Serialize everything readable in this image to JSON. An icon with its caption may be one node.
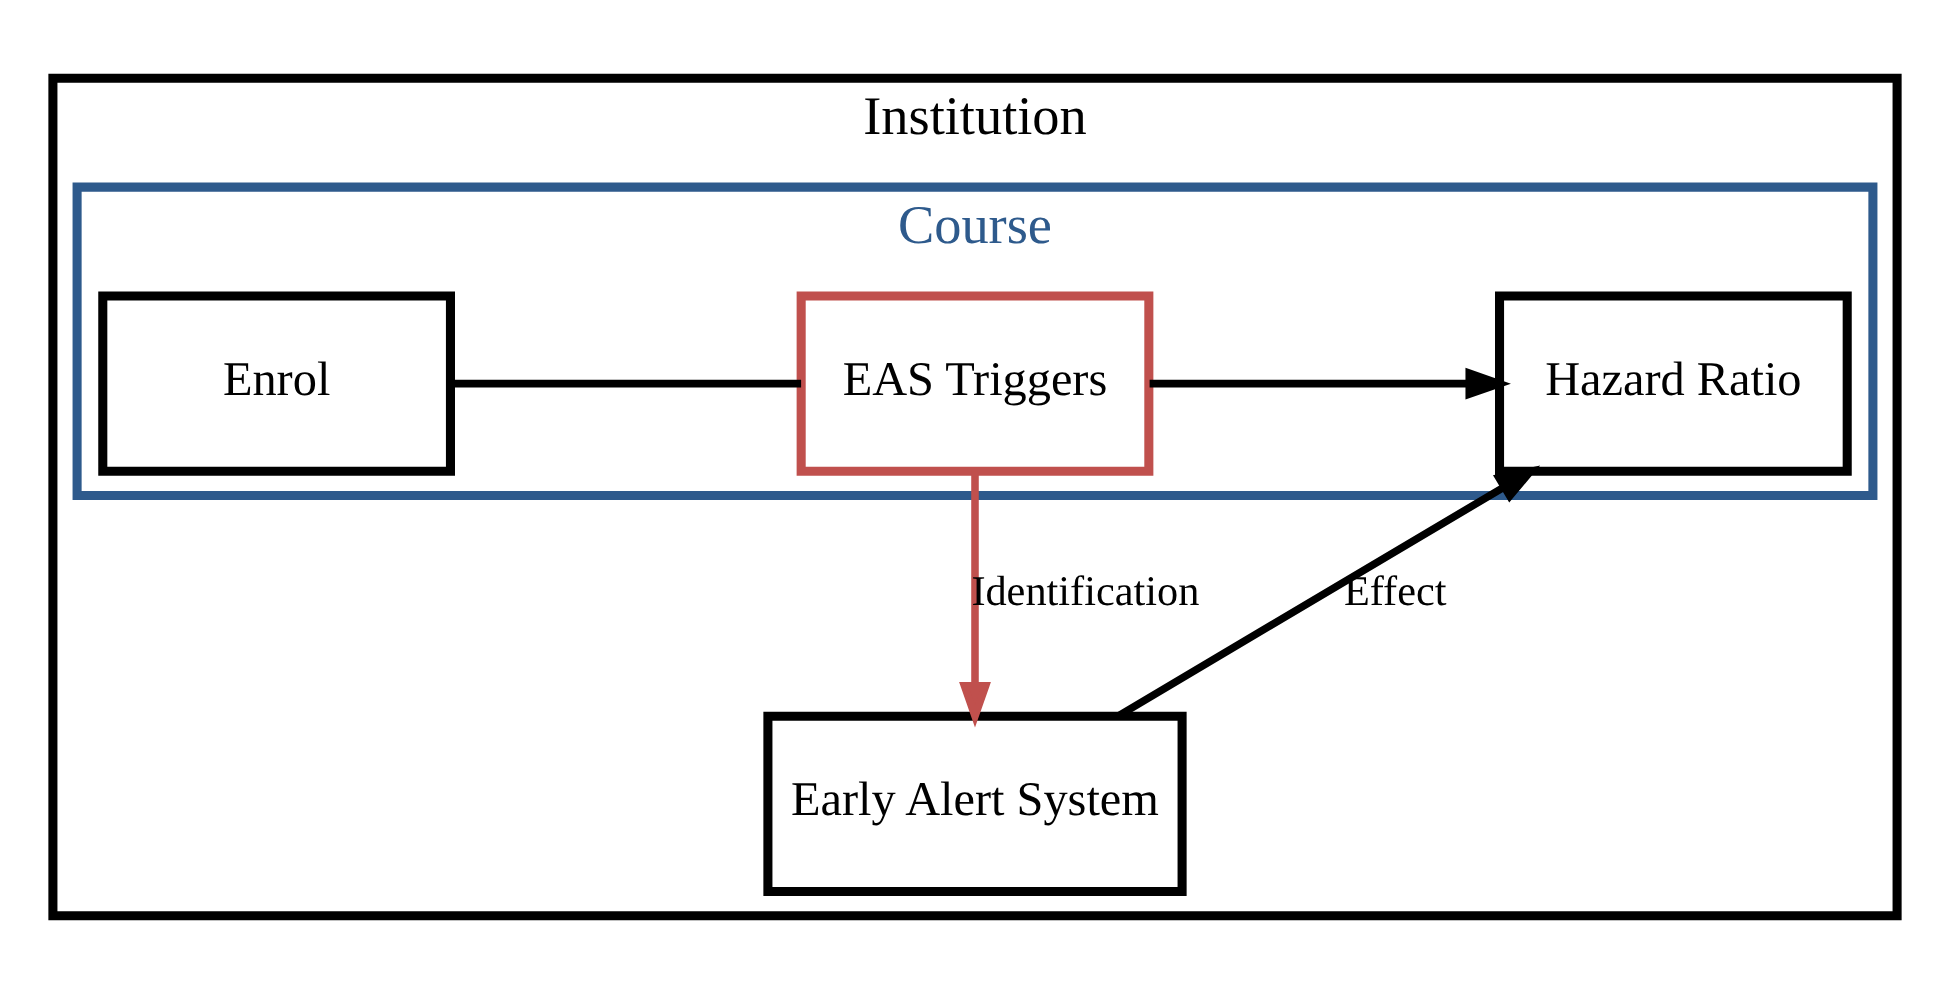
{
  "diagram": {
    "nodes": [
      {
        "text": [
          "Institution"
        ]
      },
      {
        "text": [
          "Course"
        ],
        "in": 0
      },
      {
        "text": [
          "Enrol"
        ],
        "in": 1
      },
      {
        "text": [
          "EAS Triggers"
        ],
        "in": 1
      },
      {
        "text": [
          "Hazard Ratio"
        ],
        "in": 1
      },
      {
        "text": [
          "Early Alert System"
        ],
        "in": 0
      }
    ],
    "edges": [
      {
        "from": 2,
        "to": 3,
        "arrow": "none"
      },
      {
        "from": 3,
        "to": 4,
        "arrow": "to"
      },
      {
        "from": 3,
        "to": 5,
        "arrow": "to",
        "label": "Identification",
        "color": "#c0504d"
      },
      {
        "from": 5,
        "to": 4,
        "arrow": "to",
        "label": "Effect"
      }
    ]
  }
}
